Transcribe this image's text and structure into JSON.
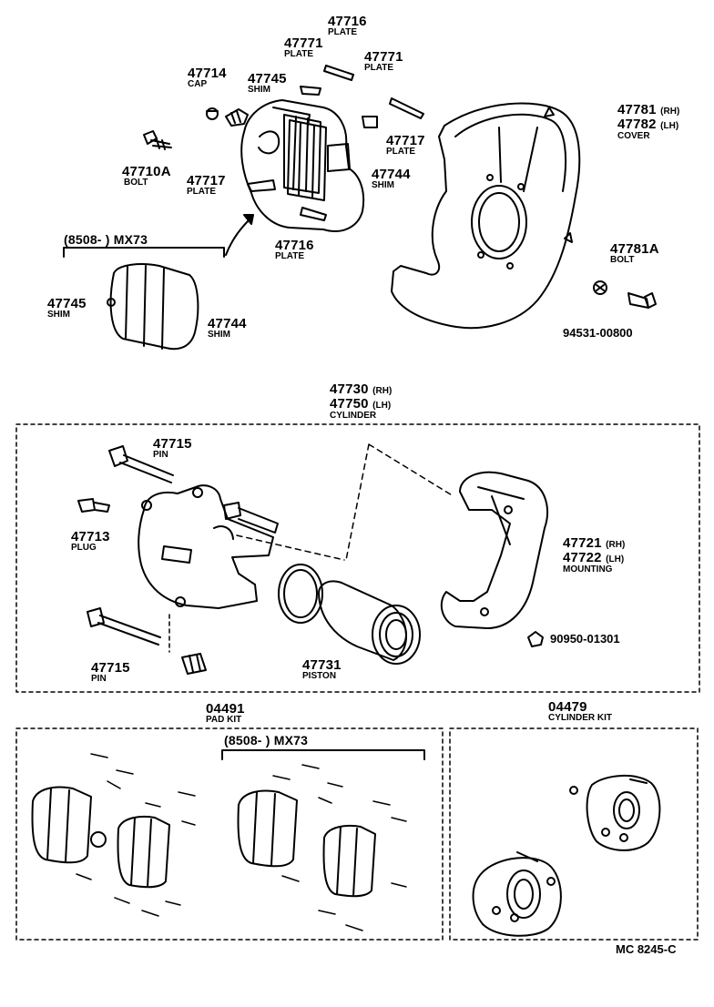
{
  "diagram_code": "MC 8245-C",
  "upper": {
    "range_label": "(8508-      ) MX73",
    "parts": [
      {
        "id": "plate_47716_top",
        "num": "47716",
        "name": "PLATE"
      },
      {
        "id": "plate_47771_a",
        "num": "47771",
        "name": "PLATE"
      },
      {
        "id": "plate_47771_b",
        "num": "47771",
        "name": "PLATE"
      },
      {
        "id": "cap",
        "num": "47714",
        "name": "CAP"
      },
      {
        "id": "shim_47745",
        "num": "47745",
        "name": "SHIM"
      },
      {
        "id": "bolt_47710A",
        "num": "47710A",
        "name": "BOLT"
      },
      {
        "id": "plate_47717_a",
        "num": "47717",
        "name": "PLATE"
      },
      {
        "id": "plate_47717_b",
        "num": "47717",
        "name": "PLATE"
      },
      {
        "id": "shim_47744",
        "num": "47744",
        "name": "SHIM"
      },
      {
        "id": "plate_47716_bot",
        "num": "47716",
        "name": "PLATE"
      },
      {
        "id": "cover",
        "num": "47781",
        "suffix": "(RH)",
        "num2": "47782",
        "suffix2": "(LH)",
        "name": "COVER"
      },
      {
        "id": "bolt_47781A",
        "num": "47781A",
        "name": "BOLT"
      },
      {
        "id": "washer",
        "num": "94531-00800"
      },
      {
        "id": "shim_47745_kit",
        "num": "47745",
        "name": "SHIM"
      },
      {
        "id": "shim_47744_kit",
        "num": "47744",
        "name": "SHIM"
      }
    ]
  },
  "cylinder": {
    "num": "47730",
    "suffix": "(RH)",
    "num2": "47750",
    "suffix2": "(LH)",
    "name": "CYLINDER",
    "parts": [
      {
        "id": "pin_top",
        "num": "47715",
        "name": "PIN"
      },
      {
        "id": "plug",
        "num": "47713",
        "name": "PLUG"
      },
      {
        "id": "pin_bot",
        "num": "47715",
        "name": "PIN"
      },
      {
        "id": "piston",
        "num": "47731",
        "name": "PISTON"
      },
      {
        "id": "mounting",
        "num": "47721",
        "suffix": "(RH)",
        "num2": "47722",
        "suffix2": "(LH)",
        "name": "MOUNTING"
      },
      {
        "id": "nut",
        "num": "90950-01301"
      }
    ]
  },
  "pad_kit": {
    "num": "04491",
    "name": "PAD KIT",
    "range_label": "(8508-      ) MX73"
  },
  "cylinder_kit": {
    "num": "04479",
    "name": "CYLINDER KIT"
  }
}
